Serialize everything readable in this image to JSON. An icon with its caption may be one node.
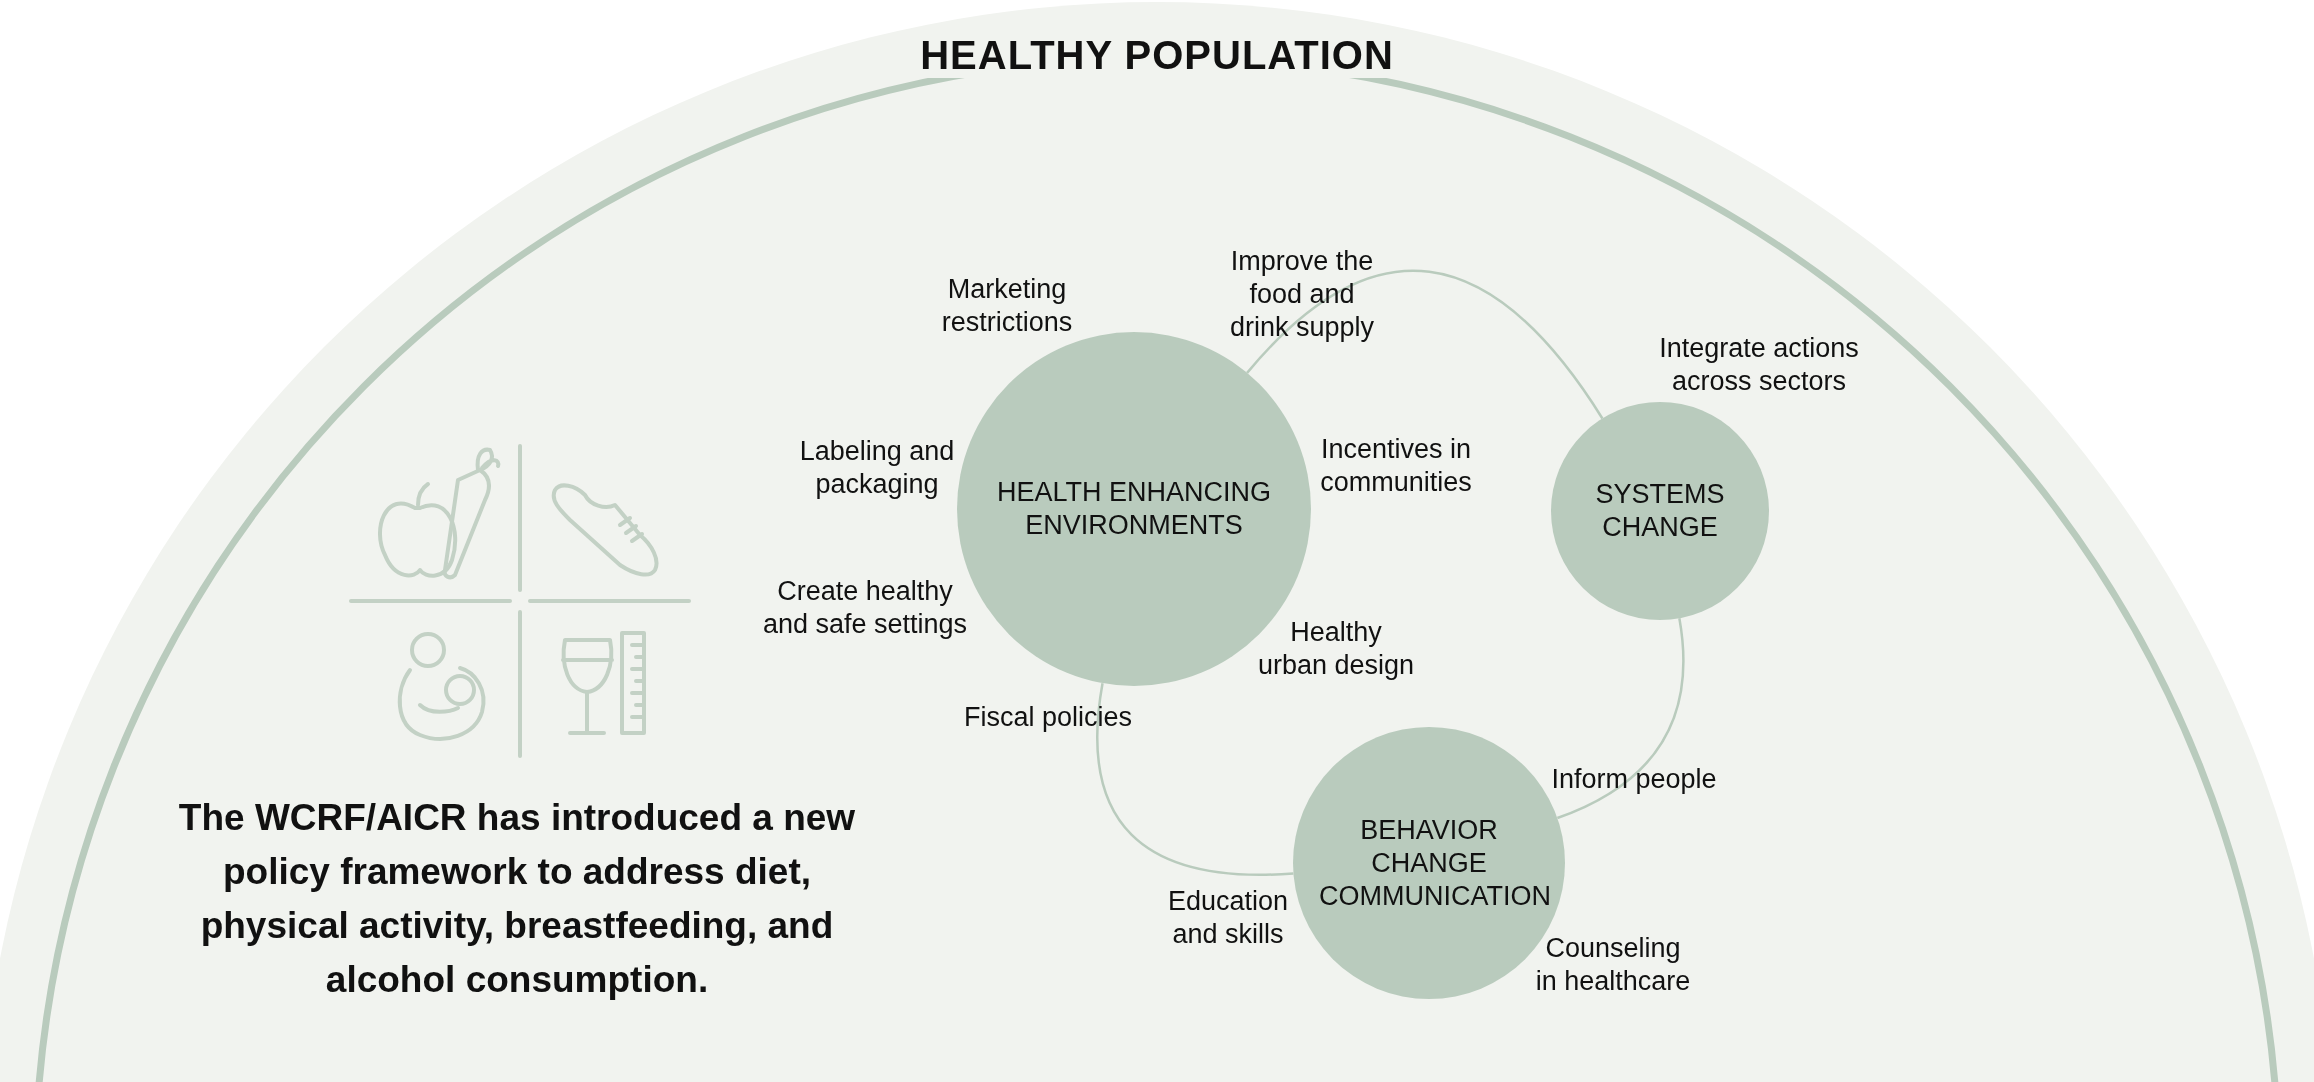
{
  "diagram": {
    "nodes": [
      {
        "text": [
          "HEALTHY POPULATION"
        ]
      },
      {
        "text": [
          "HEALTH ENHANCING ENVIRONMENTS"
        ],
        "in": 0
      },
      {
        "text": [
          "SYSTEMS CHANGE"
        ],
        "in": 0
      },
      {
        "text": [
          "BEHAVIOR CHANGE COMMUNICATION"
        ],
        "in": 0
      }
    ],
    "edges": [
      {
        "from": 1,
        "to": 2,
        "arrow": "none"
      },
      {
        "from": 2,
        "to": 3,
        "arrow": "none"
      },
      {
        "from": 3,
        "to": 1,
        "arrow": "none"
      }
    ],
    "labels": [
      "Improve the food and drink supply",
      "Marketing restrictions",
      "Integrate actions across sectors",
      "Labeling and packaging",
      "Incentives in communities",
      "Create healthy and safe settings",
      "Healthy urban design",
      "Fiscal policies",
      "Inform people",
      "Education and skills",
      "Counseling in healthcare",
      "The WCRF/AICR has introduced a new policy framework to address diet, physical activity, breastfeeding, and alcohol consumption."
    ]
  }
}
